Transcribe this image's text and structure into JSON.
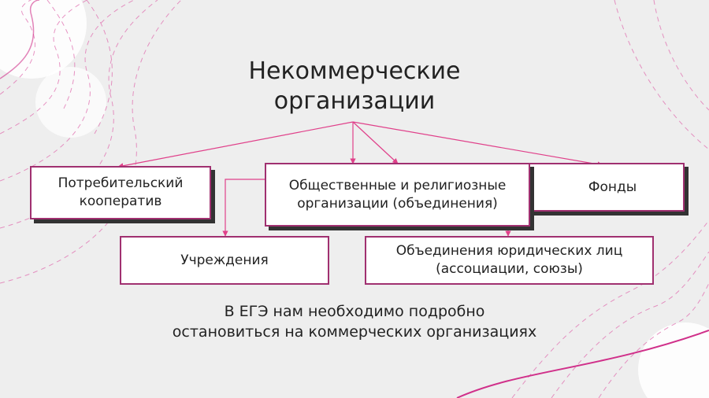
{
  "title": "Некоммерческие организации",
  "boxes": {
    "consumer_coop": "Потребительский кооператив",
    "public_religious": "Общественные и религиозные организации (объединения)",
    "funds": "Фонды",
    "institutions": "Учреждения",
    "associations": "Объединения юридических лиц (ассоциации, союзы)"
  },
  "note": "В ЕГЭ нам необходимо подробно остановиться на коммерческих организациях",
  "colors": {
    "background": "#eeeeee",
    "box_border": "#a03070",
    "arrow": "#e0408a",
    "deco_line": "#e070b0",
    "deco_circle": "#ffffff"
  }
}
